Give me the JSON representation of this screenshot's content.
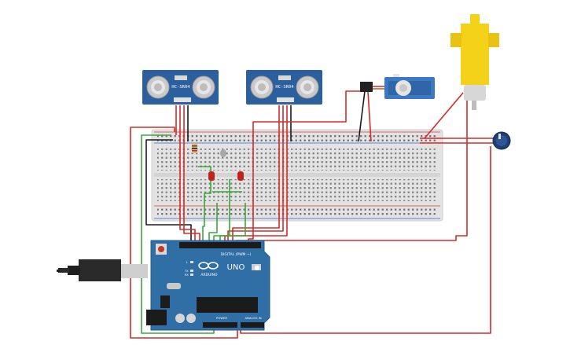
{
  "sensors": [
    {
      "label": "HC-SR04"
    },
    {
      "label": "HC-SR04"
    }
  ],
  "arduino": {
    "model": "UNO",
    "brand": "ARDUINO",
    "digital_label": "DIGITAL (PWM ~)",
    "power_label": "POWER",
    "analog_label": "ANALOG IN",
    "tx_label": "TX",
    "rx_label": "RX",
    "l_label": "L"
  },
  "colors": {
    "wire_red": "#d42b2b",
    "wire_black": "#1a1a1a",
    "wire_green": "#3aa83a",
    "board_blue": "#2f6fa6",
    "sensor_blue": "#2b5f9e",
    "breadboard": "#e2e2e2",
    "motor_yellow": "#f5d21a",
    "led_red": "#c0241e"
  },
  "icons": [
    "arduino-infinity-logo",
    "usb-connector",
    "potentiometer-knob",
    "servo-horn"
  ]
}
